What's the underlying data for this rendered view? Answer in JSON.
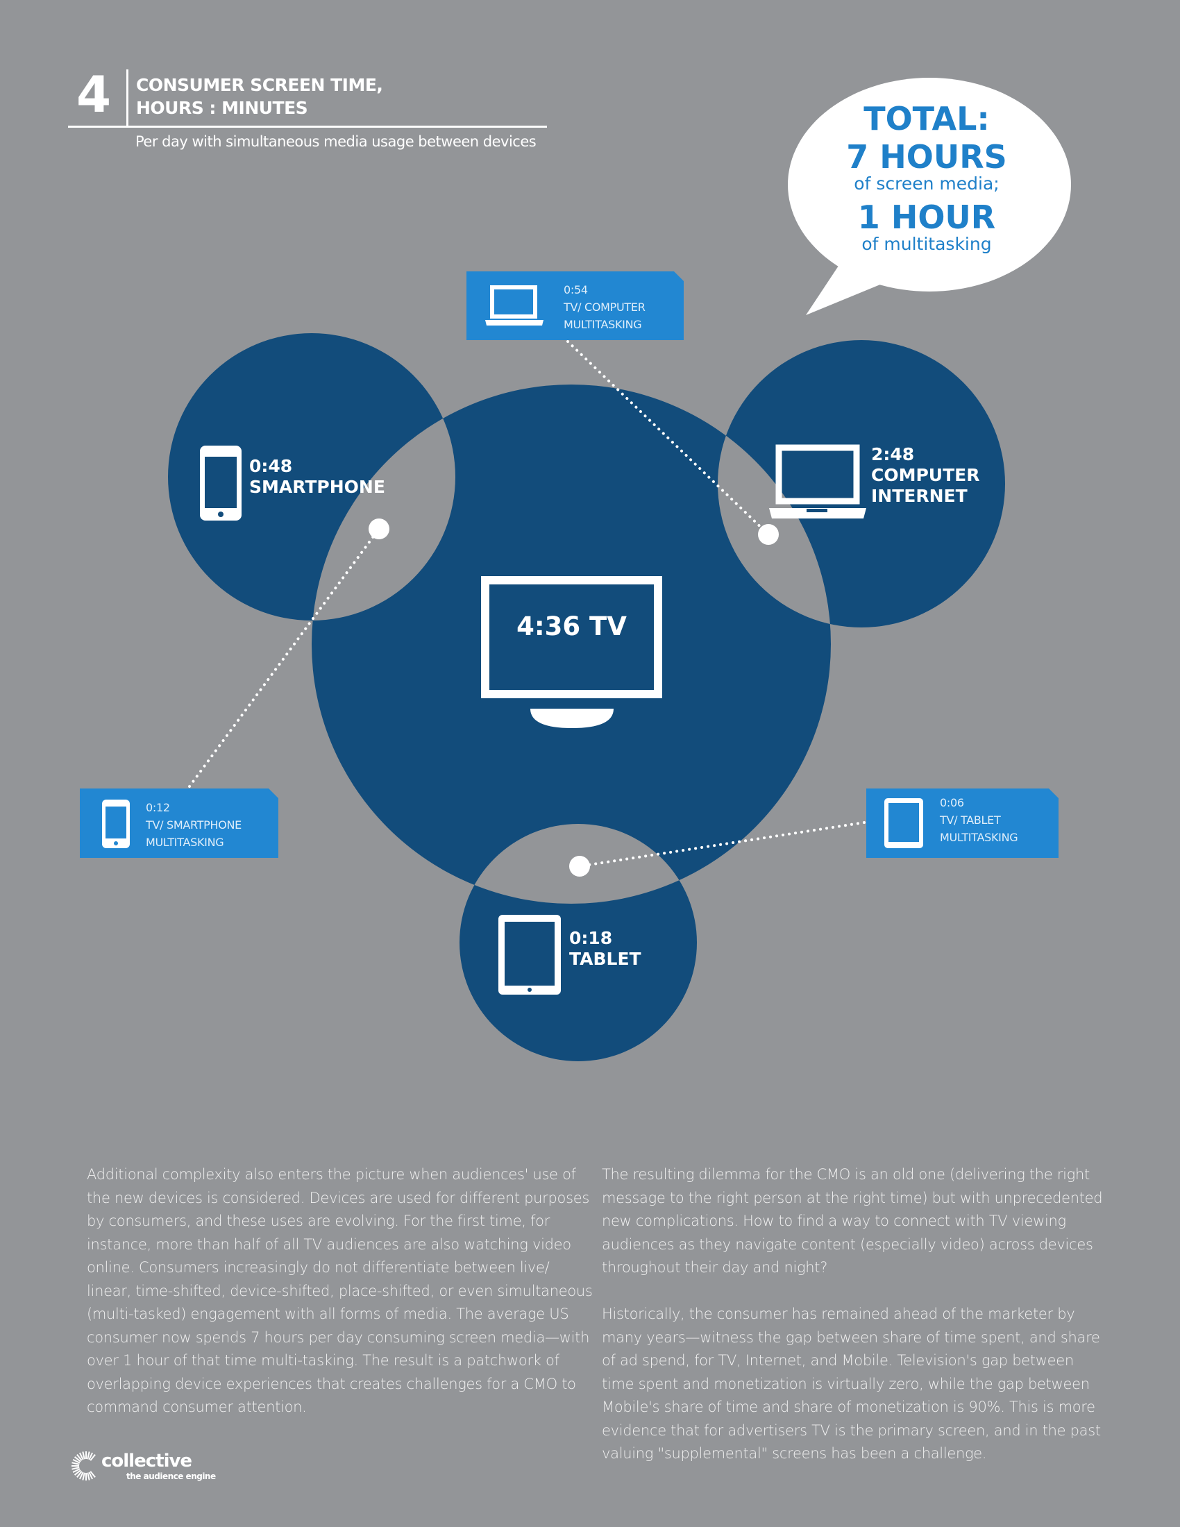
{
  "header": {
    "number": "4",
    "title_line1": "CONSUMER SCREEN TIME,",
    "title_line2": "HOURS : MINUTES",
    "subtitle": "Per day with simultaneous media usage between devices"
  },
  "bubble": {
    "line1": "TOTAL:",
    "line2": "7 HOURS",
    "line3": "of screen media;",
    "line4": "1 HOUR",
    "line5": "of multitasking"
  },
  "devices": {
    "tv": {
      "label": "4:36 TV"
    },
    "smartphone": {
      "time": "0:48",
      "name": "SMARTPHONE"
    },
    "computer": {
      "time": "2:48",
      "name1": "COMPUTER",
      "name2": "INTERNET"
    },
    "tablet": {
      "time": "0:18",
      "name": "TABLET"
    }
  },
  "multitasking": {
    "computer": {
      "time": "0:54",
      "line1": "TV/ COMPUTER",
      "line2": "MULTITASKING"
    },
    "smartphone": {
      "time": "0:12",
      "line1": "TV/ SMARTPHONE",
      "line2": "MULTITASKING"
    },
    "tablet": {
      "time": "0:06",
      "line1": "TV/ TABLET",
      "line2": "MULTITASKING"
    }
  },
  "body": {
    "left": [
      "Additional complexity also enters the picture when audiences' use of",
      "the new devices is considered. Devices are used for different purposes",
      "by consumers, and these uses are evolving. For the first time, for",
      "instance, more than half of all TV audiences are also watching video",
      "online. Consumers increasingly do not differentiate between live/",
      "linear, time-shifted, device-shifted, place-shifted, or even simultaneous",
      "(multi-tasked) engagement with all forms of media. The average US",
      "consumer now spends 7 hours per day consuming screen media—with",
      "over 1 hour of that time multi-tasking. The result is a patchwork of",
      "overlapping device experiences that creates challenges for a CMO to",
      "command consumer attention."
    ],
    "right_p1": [
      "The resulting dilemma for the CMO is an old one (delivering the right",
      "message to the right person at the right time) but with unprecedented",
      "new complications.  How to find a way to connect with TV viewing",
      "audiences as they navigate content (especially video) across devices",
      "throughout their day and night?"
    ],
    "right_p2": [
      "Historically, the consumer has remained ahead of the marketer by",
      "many years—witness the gap between share of time spent, and share",
      "of ad spend, for TV, Internet, and Mobile. Television's gap between",
      "time spent and monetization is virtually zero, while the gap between",
      "Mobile's share of time and share of monetization is 90%. This is more",
      "evidence that for advertisers TV is the primary screen, and in the past",
      "valuing \"supplemental\" screens has been a challenge."
    ]
  },
  "logo": {
    "name": "collective",
    "tagline": "the audience engine"
  },
  "colors": {
    "background": "#939598",
    "circle": "#124c7b",
    "box": "#2287d2",
    "bubble_text": "#1f80c9"
  }
}
